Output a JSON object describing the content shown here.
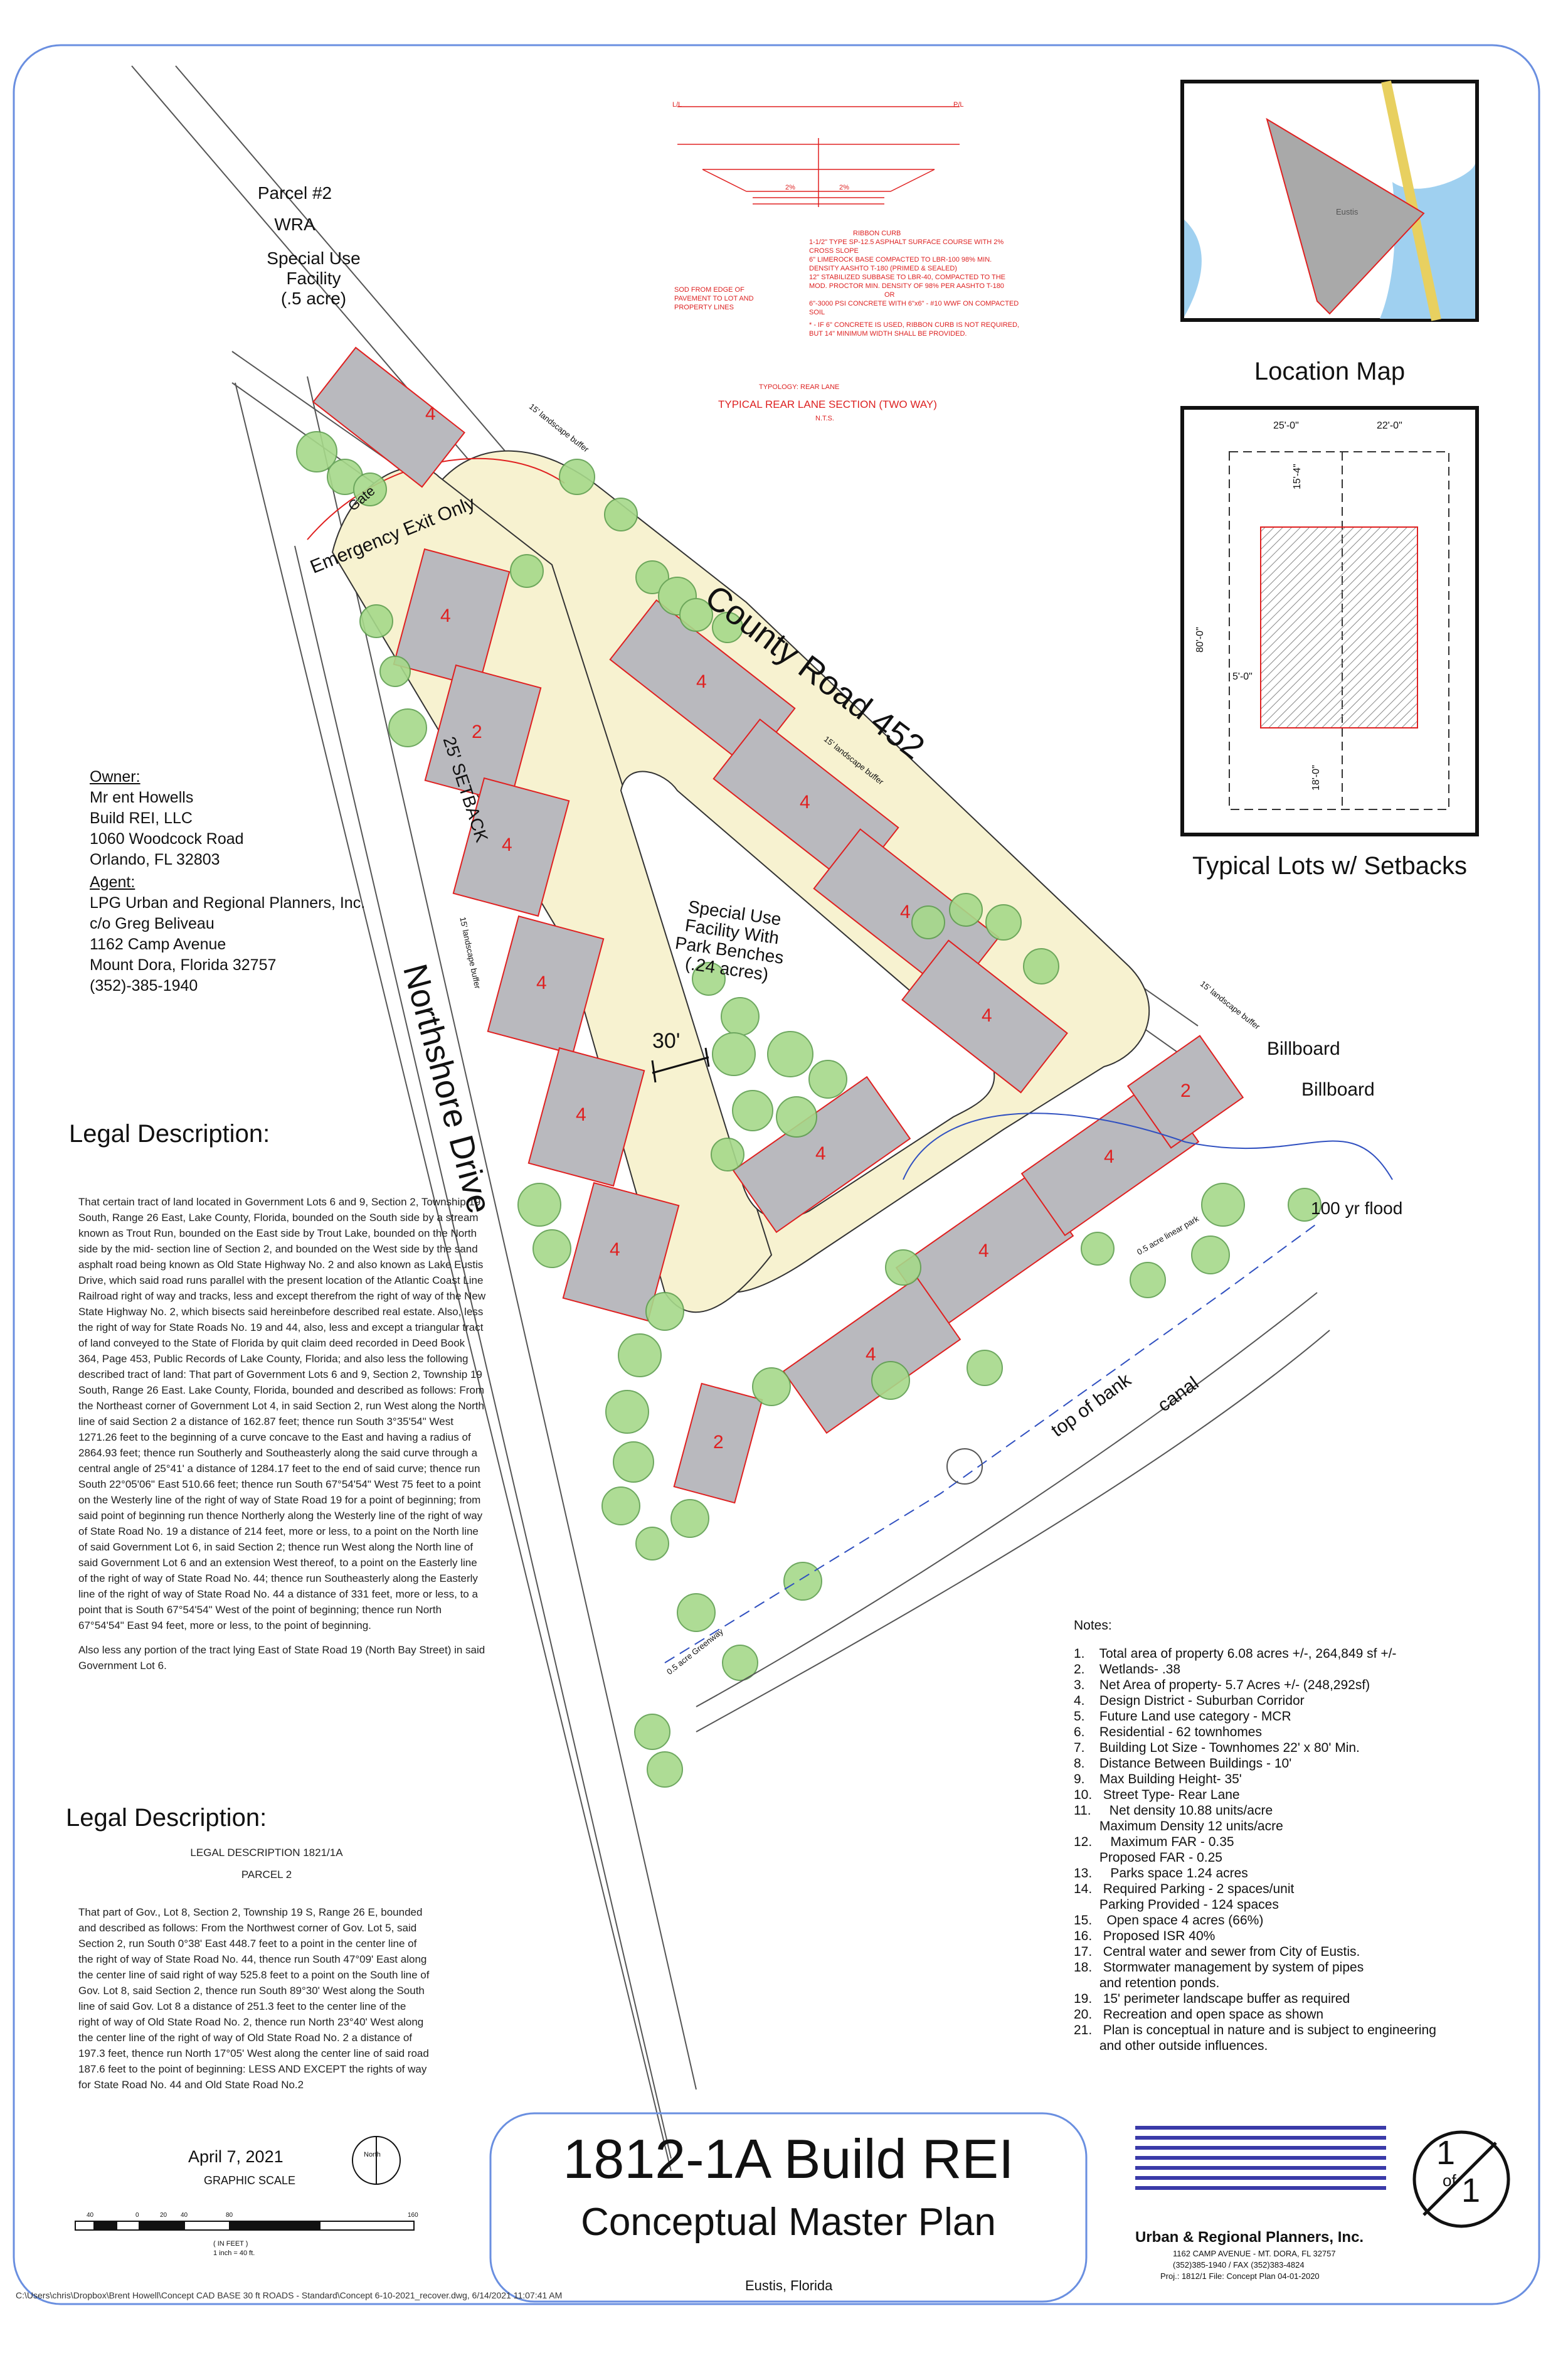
{
  "road_labels": {
    "county_road": "County Road 452",
    "northshore": "Northshore Drive",
    "setback": "25' SETBACK",
    "emergency": "Emergency Exit Only",
    "gate": "Gate",
    "buffer": "15' landscape buffer",
    "thirty": "30'",
    "billboard1": "Billboard",
    "billboard2": "Billboard",
    "flood": "100 yr flood",
    "top_of_bank": "top of bank",
    "canal": "canal",
    "linear_park": "0.5 acre linear park",
    "greenway": "0.5 acre Greenway"
  },
  "parcel2": {
    "line1": "Parcel #2",
    "line2": "WRA",
    "line3": "Special Use Facility",
    "line4": "(.5 acre)"
  },
  "park": {
    "line1": "Special Use",
    "line2": "Facility With",
    "line3": "Park Benches",
    "line4": "(.24 acres)"
  },
  "building_counts": [
    "4",
    "4",
    "2",
    "4",
    "4",
    "4",
    "4",
    "4",
    "4",
    "4",
    "4",
    "4",
    "4",
    "4",
    "4",
    "2",
    "2"
  ],
  "owner": {
    "heading": "Owner:",
    "lines": [
      "Mr ent Howells",
      "Build REI, LLC",
      "1060 Woodcock Road",
      "Orlando, FL 32803"
    ]
  },
  "agent": {
    "heading": "Agent:",
    "lines": [
      "LPG Urban and Regional Planners, Inc.",
      "c/o Greg Beliveau",
      "1162 Camp Avenue",
      "Mount Dora, Florida 32757",
      "(352)-385-1940"
    ]
  },
  "legal1": {
    "heading": "Legal Description:",
    "body": "That certain tract of land located in Government Lots 6 and 9, Section 2, Township 19 South, Range 26 East, Lake County, Florida, bounded on the South side by a stream known as Trout Run, bounded on the East side by Trout Lake, bounded on the North side by the mid- section line of Section 2, and bounded on the West side by the sand asphalt road being known as Old State Highway No. 2 and also known as Lake Eustis Drive, which said road runs parallel with the present location of the Atlantic Coast Line Railroad right of way and tracks, less and except therefrom the right of way of the New State Highway No. 2, which bisects said hereinbefore described real estate. Also, less the right of way for State Roads No. 19 and 44, also, less and except a triangular tract of land conveyed to the State of Florida by quit claim deed recorded in Deed Book 364, Page 453, Public Records of Lake County, Florida; and also less the following described tract of land: That part of Government Lots 6 and 9, Section 2, Township 19 South, Range 26 East. Lake County, Florida, bounded and described as follows: From the Northeast corner of Government Lot 4, in said Section 2, run West along the North line of said Section 2 a distance of 162.87 feet; thence run South 3°35'54\" West 1271.26 feet to the beginning of a curve concave to the East and having a radius of 2864.93 feet; thence run Southerly and Southeasterly along the said curve through a central angle of 25°41' a distance of 1284.17 feet to the end of said curve; thence run South 22°05'06\" East 510.66 feet; thence run South 67°54'54\" West 75 feet to a point on the Westerly line of the right of way of State Road 19 for a point of beginning; from said point of beginning run thence Northerly along the Westerly line of the right of way of State Road No. 19 a distance of 214 feet, more or less, to a point on the North line of said Government Lot 6, in said Section 2; thence run West along the North line of said Government Lot 6 and an extension West thereof, to a point on the Easterly line of the right of way of State Road No. 44; thence run Southeasterly along the Easterly line of the right of way of State Road No. 44 a distance of 331 feet, more or less, to a point that is South 67°54'54\" West of the point of beginning; thence run North 67°54'54\" East 94 feet, more or less, to the point of beginning.",
    "body2": "Also less any portion of the tract lying East of State Road 19 (North Bay Street) in said Government Lot 6."
  },
  "legal2": {
    "heading": "Legal Description:",
    "sub1": "LEGAL DESCRIPTION 1821/1A",
    "sub2": "PARCEL 2",
    "body": "That part of Gov., Lot 8, Section 2, Township 19 S, Range 26 E, bounded and described as follows:  From the Northwest corner of Gov.  Lot 5, said Section 2, run South 0°38' East 448.7 feet to a point in the center line of the right of way of State Road No. 44, thence run South 47°09' East along the center line of said right of way 525.8 feet to a point on the South line of Gov. Lot 8, said Section 2, thence run South 89°30' West along the South line of said Gov. Lot 8 a distance of 251.3 feet to the center line of the right of way of Old State Road No. 2, thence run North 23°40' West along the center line of the right of way of Old State Road No. 2 a distance of 197.3 feet, thence run North 17°05' West along the center line of said road 187.6 feet to the point of beginning: LESS AND EXCEPT the rights of way for State Road No. 44 and Old State Road No.2"
  },
  "notes": {
    "heading": "Notes:",
    "items": [
      "1.    Total area of property 6.08 acres +/-, 264,849 sf +/-",
      "2.    Wetlands- .38",
      "3.    Net Area of property- 5.7 Acres +/- (248,292sf)",
      "4.    Design District - Suburban Corridor",
      "5.    Future Land use category - MCR",
      "6.    Residential - 62 townhomes",
      "7.    Building Lot Size - Townhomes 22' x 80' Min.",
      "8.    Distance Between Buildings - 10'",
      "9.    Max Building Height- 35'",
      "10.   Street Type- Rear Lane",
      "11.     Net density 10.88 units/acre",
      "       Maximum Density 12 units/acre",
      "12.     Maximum FAR - 0.35",
      "       Proposed FAR - 0.25",
      "13.     Parks space 1.24 acres",
      "14.   Required Parking - 2 spaces/unit",
      "       Parking Provided - 124 spaces",
      "15.    Open space 4 acres (66%)",
      "16.   Proposed ISR 40%",
      "17.   Central water and sewer from City of Eustis.",
      "18.   Stormwater management by system of pipes",
      "       and retention ponds.",
      "19.   15' perimeter landscape buffer as required",
      "20.   Recreation and open space as shown",
      "21.   Plan is conceptual in nature and is subject to engineering",
      "       and other outside influences."
    ]
  },
  "location_map": {
    "caption": "Location Map",
    "poi": "Eustis"
  },
  "typical_lots": {
    "caption": "Typical Lots w/ Setbacks",
    "dims": [
      "25'-0\"",
      "22'-0\"",
      "15'-4\"",
      "80'-0\"",
      "5'-0\"",
      "18'-0\""
    ]
  },
  "section": {
    "title": "TYPICAL REAR LANE SECTION (TWO WAY)",
    "nts": "N.T.S.",
    "typology": "TYPOLOGY: REAR LANE",
    "pl_left": "L/L",
    "pl_right": "P/L",
    "slope1": "2%",
    "slope2": "2%",
    "notes": [
      "RIBBON CURB",
      "1-1/2\" TYPE SP-12.5 ASPHALT SURFACE COURSE WITH 2% CROSS SLOPE",
      "6\" LIMEROCK BASE COMPACTED TO LBR-100 98% MIN. DENSITY AASHTO T-180 (PRIMED & SEALED)",
      "12\" STABILIZED SUBBASE TO LBR-40, COMPACTED TO THE MOD. PROCTOR MIN. DENSITY OF 98% PER AASHTO T-180",
      "OR",
      "6\"-3000 PSI CONCRETE WITH 6\"x6\" - #10 WWF ON COMPACTED SOIL",
      "* - IF 6\" CONCRETE IS USED, RIBBON CURB IS NOT REQUIRED, BUT 14\" MINIMUM WIDTH SHALL BE PROVIDED."
    ],
    "sod_note": "SOD FROM EDGE OF PAVEMENT TO LOT AND PROPERTY LINES"
  },
  "title_block": {
    "date": "April 7, 2021",
    "scale_label": "GRAPHIC SCALE",
    "scale_unit": "( IN FEET )",
    "scale_ratio": "1 inch =   40  ft.",
    "scale_ticks": [
      "40",
      "0",
      "20",
      "40",
      "80",
      "160"
    ],
    "north": "North",
    "title": "1812-1A Build REI",
    "subtitle": "Conceptual Master Plan",
    "city": "Eustis, Florida",
    "firm": "Urban & Regional Planners, Inc.",
    "firm_addr1": "1162 CAMP AVENUE - MT. DORA, FL 32757",
    "firm_addr2": "(352)385-1940 / FAX (352)383-4824",
    "firm_proj": "Proj.: 1812/1   File: Concept Plan 04-01-2020",
    "sheet_num": "1",
    "sheet_of": "of",
    "sheet_total": "1",
    "file_path": "C:\\Users\\chris\\Dropbox\\Brent Howell\\Concept CAD BASE 30 ft ROADS - Standard\\Concept 6-10-2021_recover.dwg, 6/14/2021 11:07:41 AM"
  },
  "colors": {
    "road_fill": "#f7f2d0",
    "building_fill": "#b9b9be",
    "tree_fill": "#a6d98a",
    "red_line": "#e02020",
    "blue_line": "#3050c0",
    "water": "#9fd0f0",
    "lpg_blue": "#3a3aa8"
  }
}
